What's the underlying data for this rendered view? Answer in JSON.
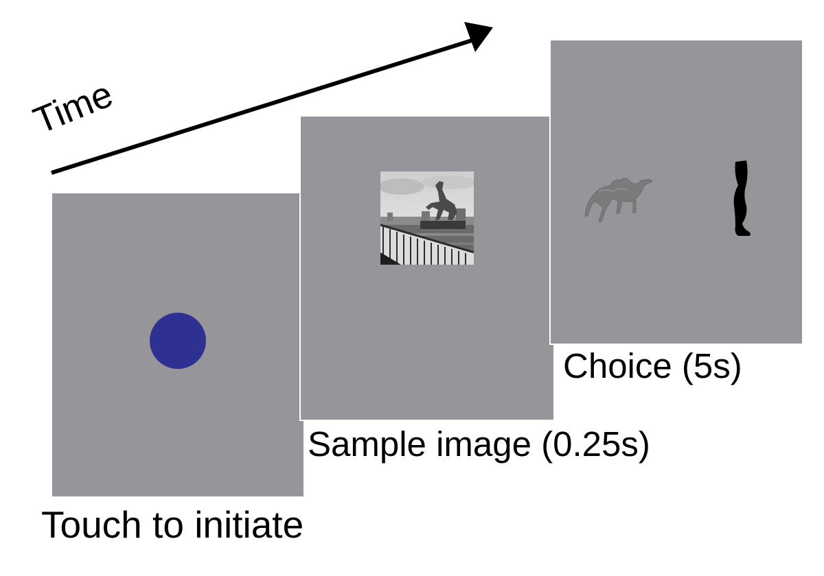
{
  "time_label": "Time",
  "panels": {
    "touch": {
      "caption": "Touch to initiate",
      "dot_color": "#2e3192"
    },
    "sample": {
      "caption": "Sample image (0.25s)",
      "image": "grayscale-photo-camel-statue-on-waterfront"
    },
    "choice": {
      "caption": "Choice (5s)",
      "left_option": "camel-icon",
      "right_option": "leg-silhouette-icon"
    }
  },
  "colors": {
    "panel_background": "#95959a",
    "target_dot": "#2e3192",
    "arrow": "#000000"
  }
}
